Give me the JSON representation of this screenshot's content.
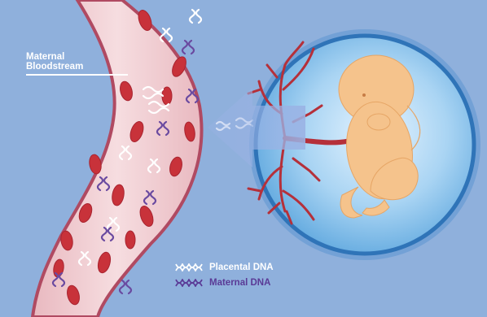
{
  "labels": {
    "bloodstream_line1": "Maternal",
    "bloodstream_line2": "Bloodstream"
  },
  "legend": {
    "placental": "Placental DNA",
    "maternal": "Maternal DNA"
  },
  "colors": {
    "background": "#8fb0dc",
    "vessel_wall": "#b04a62",
    "vessel_fill": "#e8c2c8",
    "rbc": "#c8323a",
    "placental_dna": "#ffffff",
    "maternal_dna": "#6a4aa0",
    "amniotic_sac": "#5fa9e0",
    "fetus_skin": "#f5c38c",
    "umbilical": "#b5303a"
  }
}
